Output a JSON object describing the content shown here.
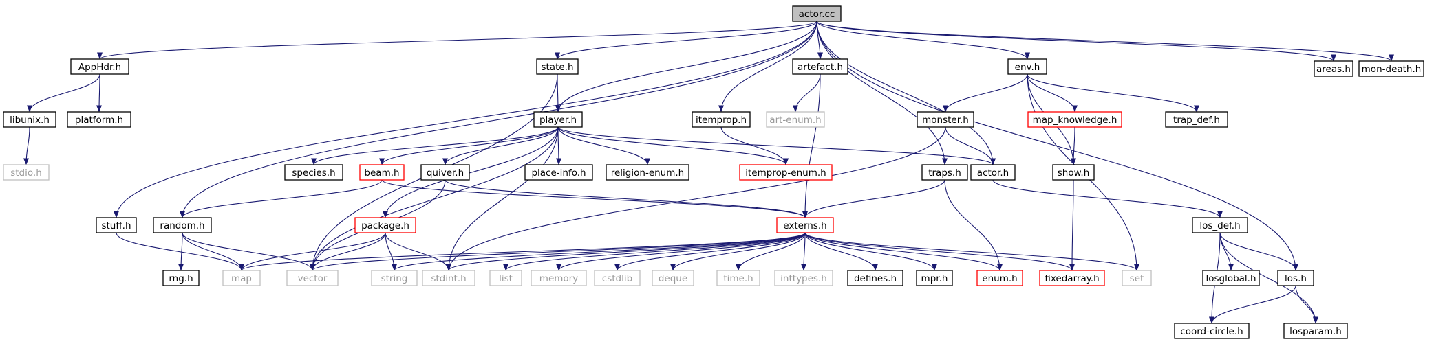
{
  "colors": {
    "edge": "#191970",
    "root_fill": "#bfbfbf",
    "node_border": "#000000",
    "red_border": "#ff0000",
    "ext_border": "#bfbfbf",
    "ext_text": "#9a9a9a",
    "text": "#000000"
  },
  "graph": {
    "nodes": [
      {
        "id": "actor_cc",
        "label": "actor.cc",
        "style": "root"
      },
      {
        "id": "apphdr_h",
        "label": "AppHdr.h",
        "style": "normal"
      },
      {
        "id": "libunix_h",
        "label": "libunix.h",
        "style": "normal"
      },
      {
        "id": "platform_h",
        "label": "platform.h",
        "style": "normal"
      },
      {
        "id": "stdio_h",
        "label": "stdio.h",
        "style": "external"
      },
      {
        "id": "state_h",
        "label": "state.h",
        "style": "normal"
      },
      {
        "id": "artefact_h",
        "label": "artefact.h",
        "style": "normal"
      },
      {
        "id": "art_enum_h",
        "label": "art-enum.h",
        "style": "external"
      },
      {
        "id": "env_h",
        "label": "env.h",
        "style": "normal"
      },
      {
        "id": "areas_h",
        "label": "areas.h",
        "style": "normal"
      },
      {
        "id": "mon_death_h",
        "label": "mon-death.h",
        "style": "normal"
      },
      {
        "id": "player_h",
        "label": "player.h",
        "style": "normal"
      },
      {
        "id": "itemprop_h",
        "label": "itemprop.h",
        "style": "normal"
      },
      {
        "id": "monster_h",
        "label": "monster.h",
        "style": "normal"
      },
      {
        "id": "map_knowledge_h",
        "label": "map_knowledge.h",
        "style": "red"
      },
      {
        "id": "trap_def_h",
        "label": "trap_def.h",
        "style": "normal"
      },
      {
        "id": "species_h",
        "label": "species.h",
        "style": "normal"
      },
      {
        "id": "beam_h",
        "label": "beam.h",
        "style": "red"
      },
      {
        "id": "quiver_h",
        "label": "quiver.h",
        "style": "normal"
      },
      {
        "id": "place_info_h",
        "label": "place-info.h",
        "style": "normal"
      },
      {
        "id": "religion_enum_h",
        "label": "religion-enum.h",
        "style": "normal"
      },
      {
        "id": "itemprop_enum_h",
        "label": "itemprop-enum.h",
        "style": "red"
      },
      {
        "id": "actor_h",
        "label": "actor.h",
        "style": "normal"
      },
      {
        "id": "show_h",
        "label": "show.h",
        "style": "normal"
      },
      {
        "id": "traps_h",
        "label": "traps.h",
        "style": "normal"
      },
      {
        "id": "stuff_h",
        "label": "stuff.h",
        "style": "normal"
      },
      {
        "id": "random_h",
        "label": "random.h",
        "style": "normal"
      },
      {
        "id": "package_h",
        "label": "package.h",
        "style": "red"
      },
      {
        "id": "externs_h",
        "label": "externs.h",
        "style": "red"
      },
      {
        "id": "los_def_h",
        "label": "los_def.h",
        "style": "normal"
      },
      {
        "id": "rng_h",
        "label": "rng.h",
        "style": "normal"
      },
      {
        "id": "map",
        "label": "map",
        "style": "external"
      },
      {
        "id": "vector",
        "label": "vector",
        "style": "external"
      },
      {
        "id": "string",
        "label": "string",
        "style": "external"
      },
      {
        "id": "stdint_h",
        "label": "stdint.h",
        "style": "external"
      },
      {
        "id": "list",
        "label": "list",
        "style": "external"
      },
      {
        "id": "memory",
        "label": "memory",
        "style": "external"
      },
      {
        "id": "cstdlib",
        "label": "cstdlib",
        "style": "external"
      },
      {
        "id": "deque",
        "label": "deque",
        "style": "external"
      },
      {
        "id": "time_h",
        "label": "time.h",
        "style": "external"
      },
      {
        "id": "inttypes_h",
        "label": "inttypes.h",
        "style": "external"
      },
      {
        "id": "defines_h",
        "label": "defines.h",
        "style": "normal"
      },
      {
        "id": "mpr_h",
        "label": "mpr.h",
        "style": "normal"
      },
      {
        "id": "enum_h",
        "label": "enum.h",
        "style": "red"
      },
      {
        "id": "fixedarray_h",
        "label": "fixedarray.h",
        "style": "red"
      },
      {
        "id": "set",
        "label": "set",
        "style": "external"
      },
      {
        "id": "losglobal_h",
        "label": "losglobal.h",
        "style": "normal"
      },
      {
        "id": "los_h",
        "label": "los.h",
        "style": "normal"
      },
      {
        "id": "coord_circle_h",
        "label": "coord-circle.h",
        "style": "normal"
      },
      {
        "id": "losparam_h",
        "label": "losparam.h",
        "style": "normal"
      }
    ],
    "edges": [
      [
        "actor_cc",
        "apphdr_h"
      ],
      [
        "actor_cc",
        "state_h"
      ],
      [
        "actor_cc",
        "artefact_h"
      ],
      [
        "actor_cc",
        "env_h"
      ],
      [
        "actor_cc",
        "areas_h"
      ],
      [
        "actor_cc",
        "mon_death_h"
      ],
      [
        "actor_cc",
        "player_h"
      ],
      [
        "actor_cc",
        "itemprop_h"
      ],
      [
        "actor_cc",
        "traps_h"
      ],
      [
        "actor_cc",
        "stuff_h"
      ],
      [
        "actor_cc",
        "random_h"
      ],
      [
        "actor_cc",
        "actor_h"
      ],
      [
        "actor_cc",
        "los_h"
      ],
      [
        "apphdr_h",
        "libunix_h"
      ],
      [
        "apphdr_h",
        "platform_h"
      ],
      [
        "libunix_h",
        "stdio_h"
      ],
      [
        "state_h",
        "player_h"
      ],
      [
        "state_h",
        "vector"
      ],
      [
        "artefact_h",
        "art_enum_h"
      ],
      [
        "artefact_h",
        "externs_h"
      ],
      [
        "env_h",
        "monster_h"
      ],
      [
        "env_h",
        "map_knowledge_h"
      ],
      [
        "env_h",
        "trap_def_h"
      ],
      [
        "env_h",
        "show_h"
      ],
      [
        "env_h",
        "set"
      ],
      [
        "player_h",
        "species_h"
      ],
      [
        "player_h",
        "beam_h"
      ],
      [
        "player_h",
        "quiver_h"
      ],
      [
        "player_h",
        "place_info_h"
      ],
      [
        "player_h",
        "religion_enum_h"
      ],
      [
        "player_h",
        "itemprop_enum_h"
      ],
      [
        "player_h",
        "actor_h"
      ],
      [
        "player_h",
        "package_h"
      ],
      [
        "player_h",
        "vector"
      ],
      [
        "player_h",
        "stdint_h"
      ],
      [
        "itemprop_h",
        "itemprop_enum_h"
      ],
      [
        "monster_h",
        "actor_h"
      ],
      [
        "monster_h",
        "stdint_h"
      ],
      [
        "map_knowledge_h",
        "show_h"
      ],
      [
        "show_h",
        "fixedarray_h"
      ],
      [
        "beam_h",
        "random_h"
      ],
      [
        "beam_h",
        "externs_h"
      ],
      [
        "quiver_h",
        "externs_h"
      ],
      [
        "quiver_h",
        "vector"
      ],
      [
        "actor_h",
        "los_def_h"
      ],
      [
        "traps_h",
        "externs_h"
      ],
      [
        "traps_h",
        "enum_h"
      ],
      [
        "stuff_h",
        "map"
      ],
      [
        "random_h",
        "rng_h"
      ],
      [
        "random_h",
        "map"
      ],
      [
        "random_h",
        "vector"
      ],
      [
        "package_h",
        "map"
      ],
      [
        "package_h",
        "vector"
      ],
      [
        "package_h",
        "string"
      ],
      [
        "package_h",
        "stdint_h"
      ],
      [
        "externs_h",
        "map"
      ],
      [
        "externs_h",
        "vector"
      ],
      [
        "externs_h",
        "string"
      ],
      [
        "externs_h",
        "stdint_h"
      ],
      [
        "externs_h",
        "list"
      ],
      [
        "externs_h",
        "memory"
      ],
      [
        "externs_h",
        "cstdlib"
      ],
      [
        "externs_h",
        "deque"
      ],
      [
        "externs_h",
        "time_h"
      ],
      [
        "externs_h",
        "inttypes_h"
      ],
      [
        "externs_h",
        "defines_h"
      ],
      [
        "externs_h",
        "mpr_h"
      ],
      [
        "externs_h",
        "enum_h"
      ],
      [
        "externs_h",
        "fixedarray_h"
      ],
      [
        "externs_h",
        "set"
      ],
      [
        "los_def_h",
        "losglobal_h"
      ],
      [
        "los_def_h",
        "los_h"
      ],
      [
        "los_def_h",
        "coord_circle_h"
      ],
      [
        "los_def_h",
        "losparam_h"
      ],
      [
        "los_h",
        "coord_circle_h"
      ],
      [
        "los_h",
        "losparam_h"
      ]
    ]
  }
}
